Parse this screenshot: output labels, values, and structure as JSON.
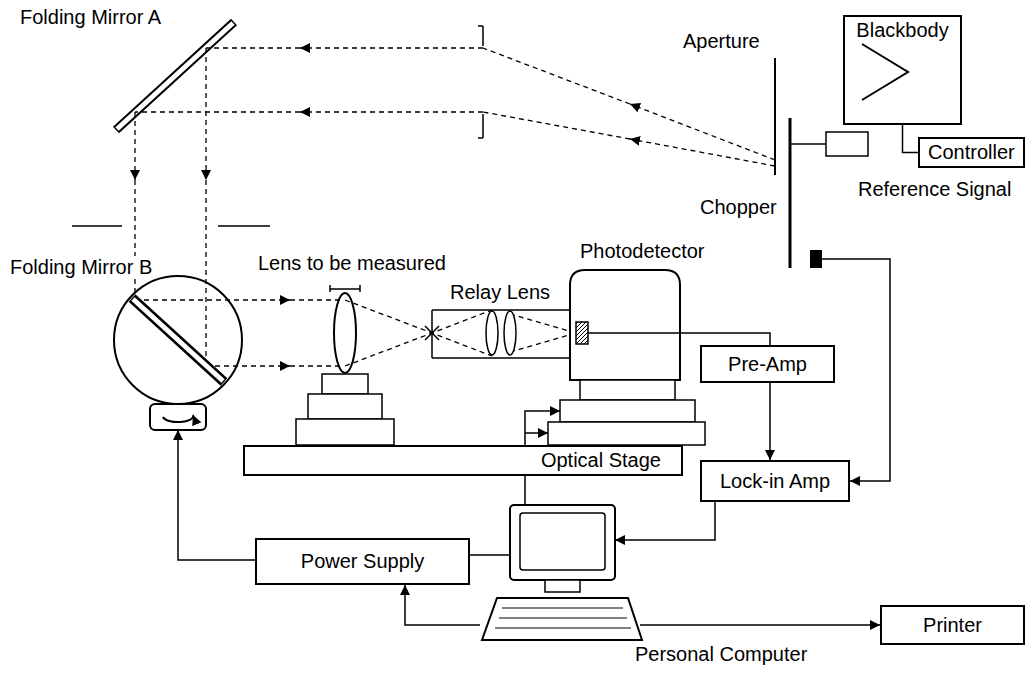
{
  "diagram": {
    "nodes": [
      {
        "text": [
          "Blackbody"
        ]
      },
      {
        "text": [
          "Controller"
        ]
      },
      {
        "text": [
          "Pre-Amp"
        ]
      },
      {
        "text": [
          "Optical Stage"
        ]
      },
      {
        "text": [
          "Lock-in Amp"
        ]
      },
      {
        "text": [
          "Power Supply"
        ]
      },
      {
        "text": [
          "Personal Computer"
        ]
      },
      {
        "text": [
          "Printer"
        ]
      }
    ],
    "edges": [
      {
        "from": 0,
        "to": 1,
        "arrow": "none"
      },
      {
        "from": 2,
        "to": 4,
        "arrow": "to"
      },
      {
        "from": 4,
        "to": 6,
        "arrow": "to"
      },
      {
        "from": 6,
        "to": 5,
        "arrow": "to"
      },
      {
        "from": 6,
        "to": 7,
        "arrow": "to"
      }
    ],
    "labels": [
      "Folding Mirror A",
      "Aperture",
      "Chopper",
      "Reference Signal",
      "Photodetector",
      "Lens to be measured",
      "Relay Lens",
      "Folding Mirror B"
    ]
  }
}
